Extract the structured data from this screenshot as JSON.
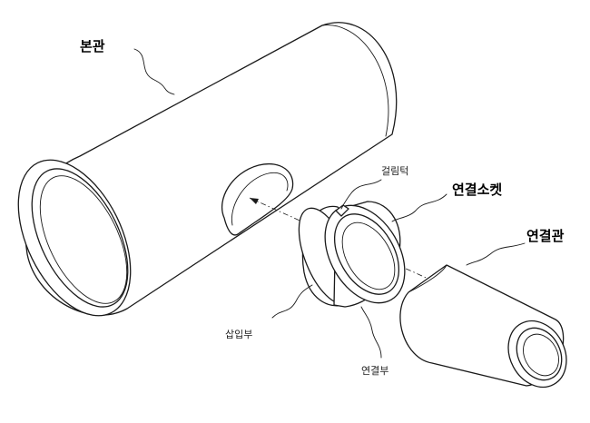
{
  "labels": {
    "main_pipe": "본관",
    "locking_jaw": "걸림턱",
    "connection_socket": "연결소켓",
    "connecting_pipe": "연결관",
    "insertion_part": "삽입부",
    "connection_part": "연결부"
  }
}
